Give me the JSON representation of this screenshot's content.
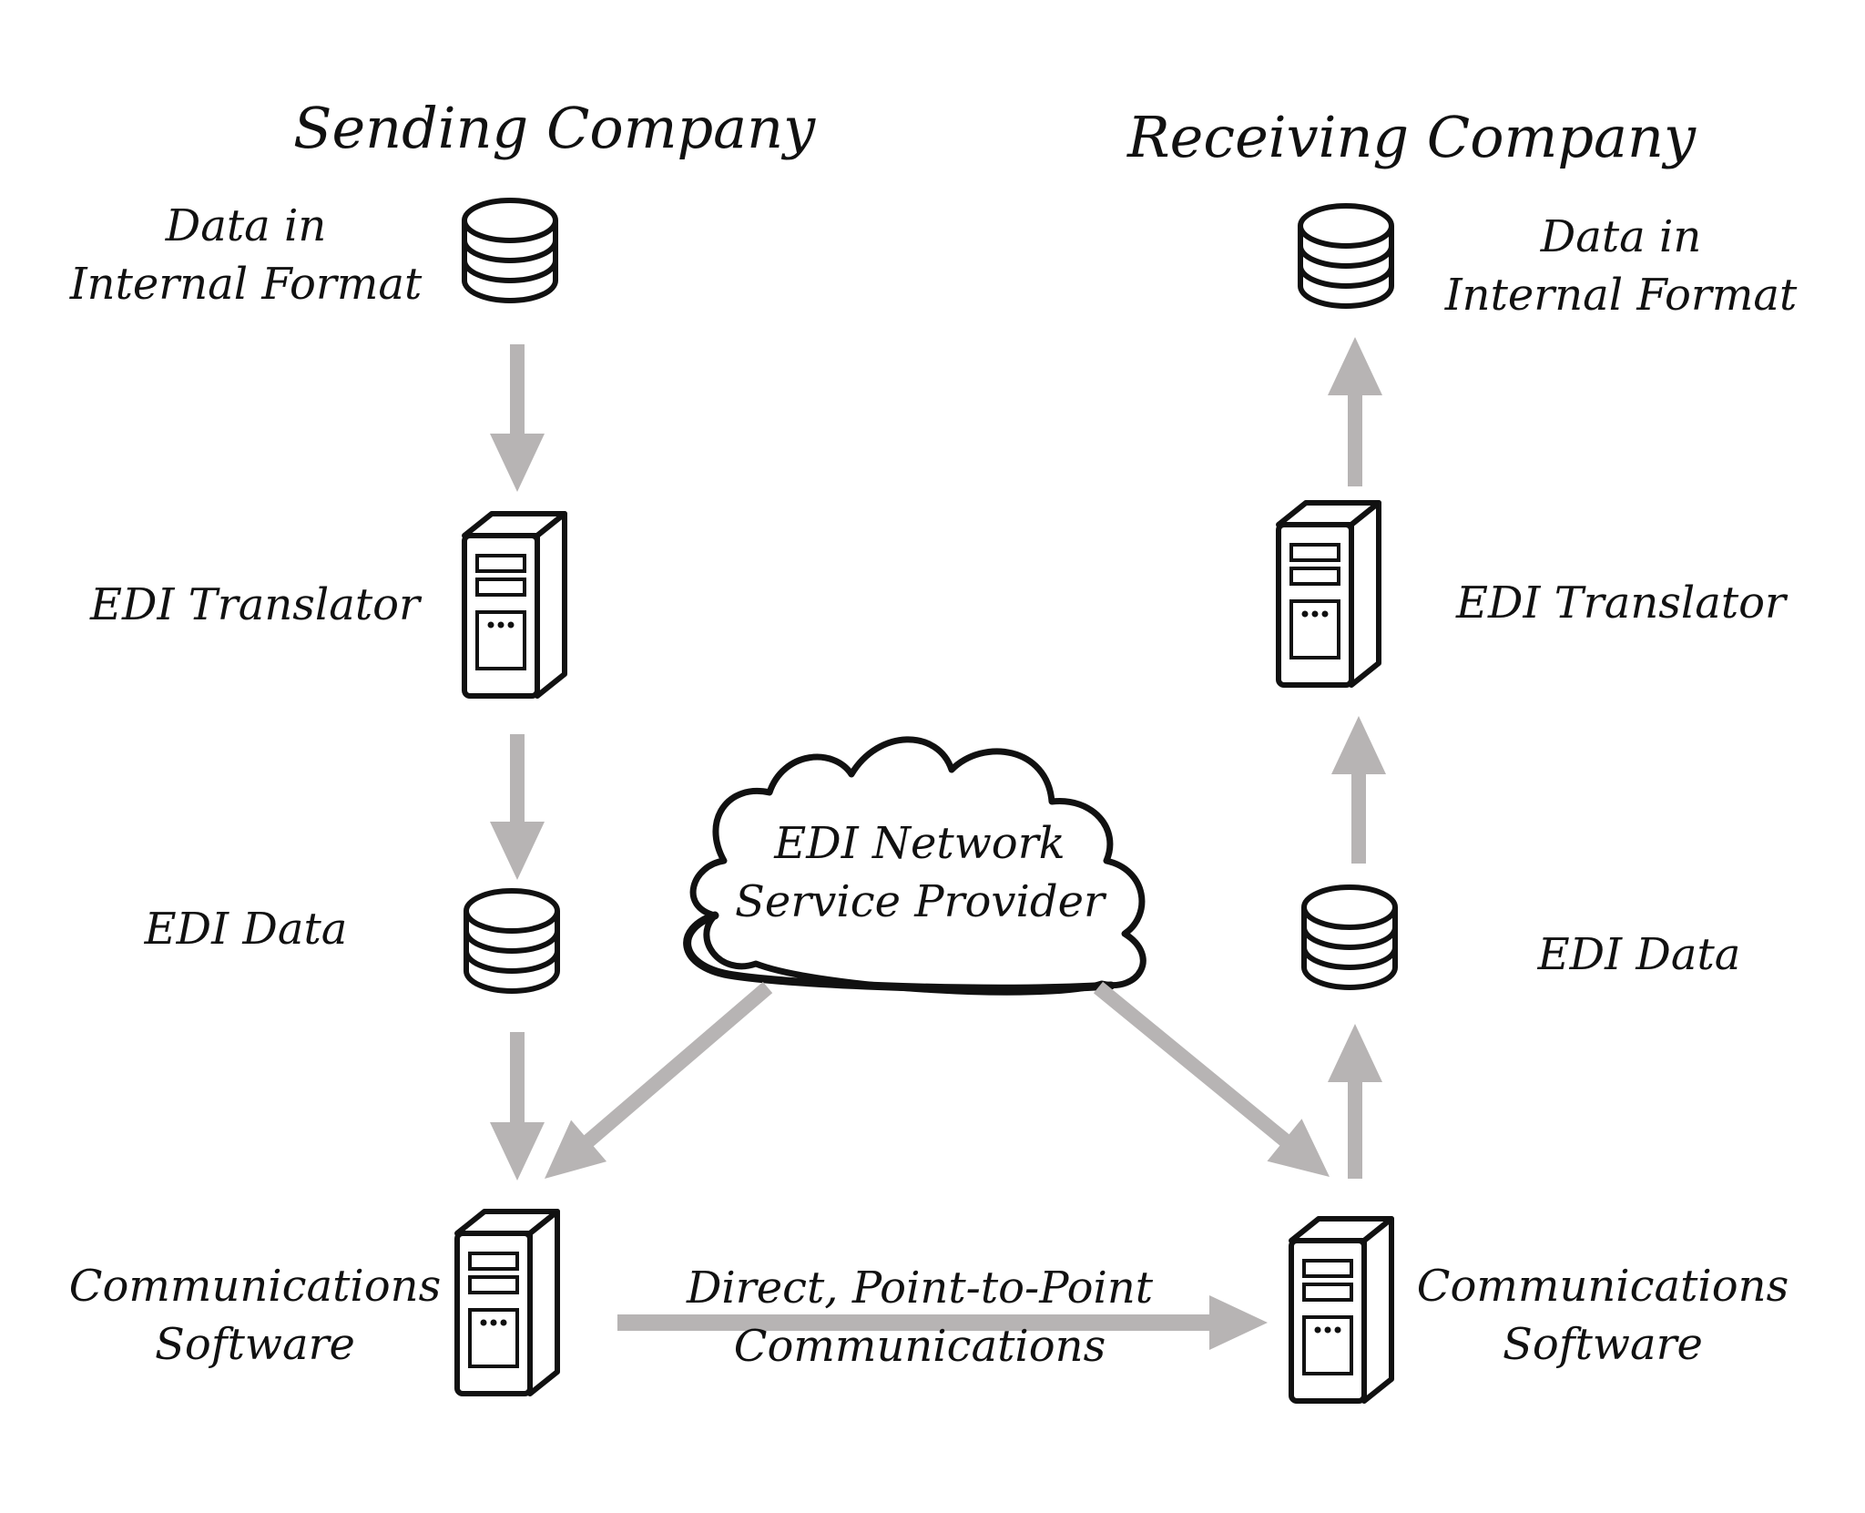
{
  "sending": {
    "title": "Sending Company",
    "data_internal": [
      "Data in",
      "Internal Format"
    ],
    "translator": "EDI Translator",
    "edi_data": "EDI Data",
    "comms": [
      "Communications",
      "Software"
    ]
  },
  "receiving": {
    "title": "Receiving Company",
    "data_internal": [
      "Data in",
      "Internal Format"
    ],
    "translator": "EDI Translator",
    "edi_data": "EDI Data",
    "comms": [
      "Communications",
      "Software"
    ]
  },
  "network": {
    "label": [
      "EDI Network",
      "Service Provider"
    ]
  },
  "direct": {
    "label": [
      "Direct, Point-to-Point",
      "Communications"
    ]
  },
  "colors": {
    "arrow": "#b7b4b4",
    "stroke": "#111111"
  }
}
